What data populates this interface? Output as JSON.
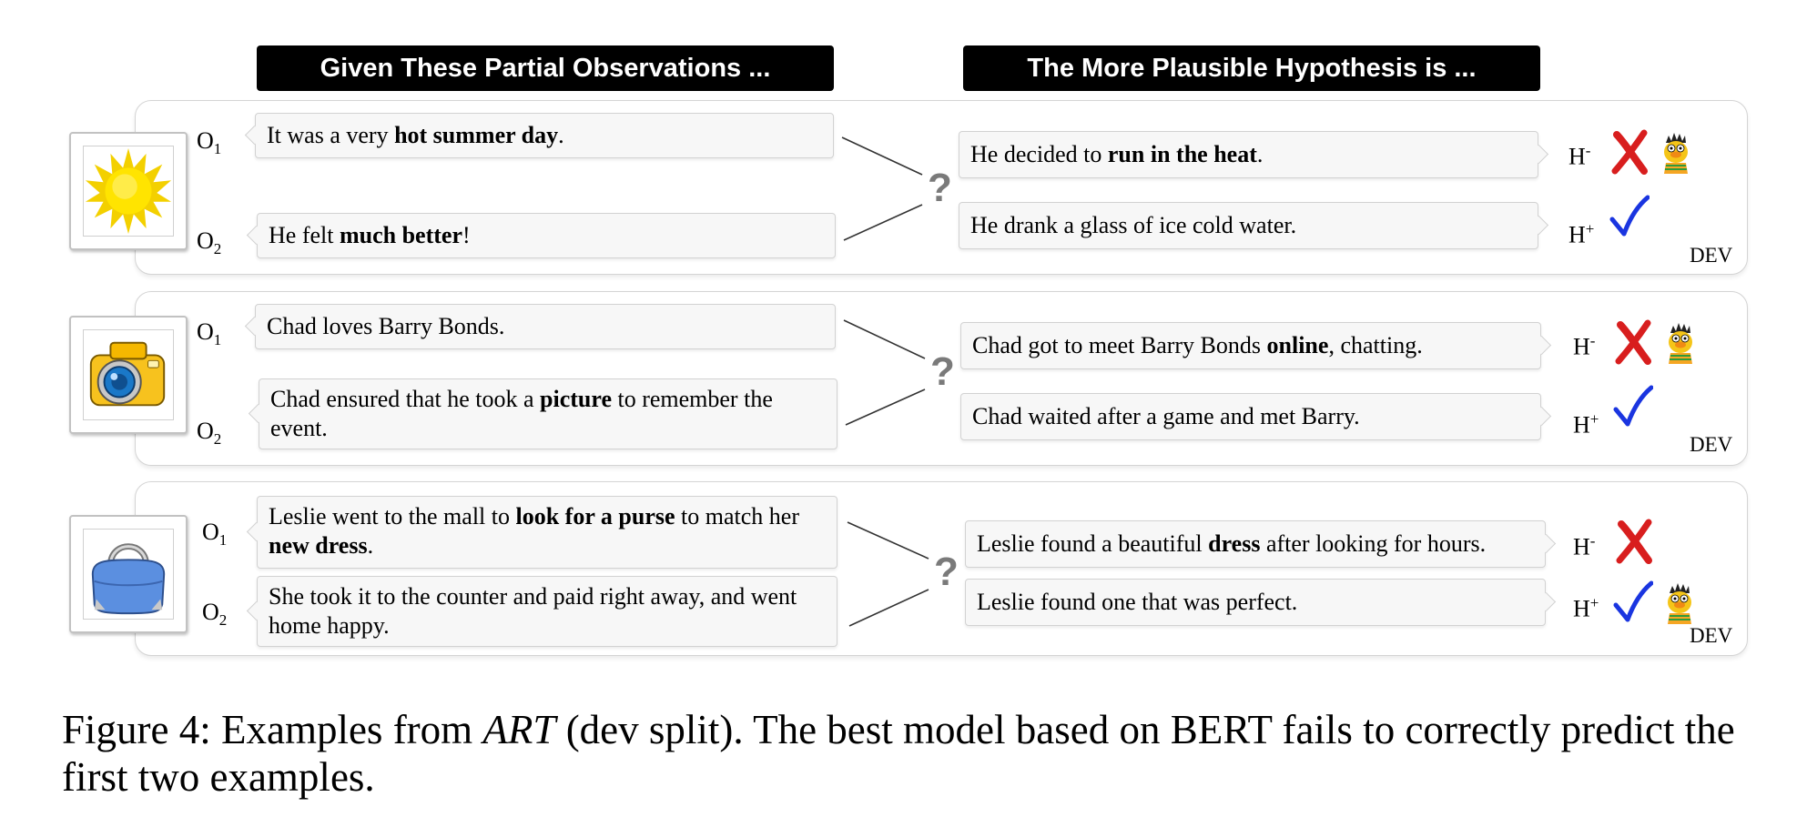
{
  "headers": {
    "left": "Given These Partial Observations ...",
    "right": "The More Plausible Hypothesis is ..."
  },
  "labels": {
    "o1_letter": "O",
    "o1_sub": "1",
    "o2_letter": "O",
    "o2_sub": "2",
    "h_minus_letter": "H",
    "h_minus_sup": "-",
    "h_plus_letter": "H",
    "h_plus_sup": "+",
    "question": "?",
    "dev": "DEV"
  },
  "examples": [
    {
      "image_icon": "sun-icon",
      "o1": [
        {
          "t": "It was a very "
        },
        {
          "t": "hot summer day",
          "b": true
        },
        {
          "t": "."
        }
      ],
      "o2": [
        {
          "t": "He felt "
        },
        {
          "t": "much better",
          "b": true
        },
        {
          "t": "!"
        }
      ],
      "h_minus": [
        {
          "t": "He decided to "
        },
        {
          "t": "run in the heat",
          "b": true
        },
        {
          "t": "."
        }
      ],
      "h_plus": [
        {
          "t": "He drank a glass of ice cold water."
        }
      ],
      "bert_choice": "H-"
    },
    {
      "image_icon": "camera-icon",
      "o1": [
        {
          "t": "Chad loves Barry Bonds."
        }
      ],
      "o2": [
        {
          "t": "Chad ensured that he took a "
        },
        {
          "t": "picture",
          "b": true
        },
        {
          "t": " to remember the event."
        }
      ],
      "h_minus": [
        {
          "t": "Chad got to meet Barry Bonds "
        },
        {
          "t": "online",
          "b": true
        },
        {
          "t": ", chatting."
        }
      ],
      "h_plus": [
        {
          "t": "Chad waited after a game and met Barry."
        }
      ],
      "bert_choice": "H-"
    },
    {
      "image_icon": "purse-icon",
      "o1": [
        {
          "t": "Leslie went to the mall to "
        },
        {
          "t": "look for a purse",
          "b": true
        },
        {
          "t": " to match her "
        },
        {
          "t": "new dress",
          "b": true
        },
        {
          "t": "."
        }
      ],
      "o2": [
        {
          "t": "She took it to the counter and paid right away, and went home happy."
        }
      ],
      "h_minus": [
        {
          "t": "Leslie found a beautiful "
        },
        {
          "t": "dress",
          "b": true
        },
        {
          "t": " after looking for hours."
        }
      ],
      "h_plus": [
        {
          "t": "Leslie found one that was perfect."
        }
      ],
      "bert_choice": "H+"
    }
  ],
  "caption": {
    "prefix": "Figure 4: Examples from ",
    "dataset": "ART",
    "suffix": " (dev split). The best model based on BERT fails to correctly predict the first two examples."
  }
}
